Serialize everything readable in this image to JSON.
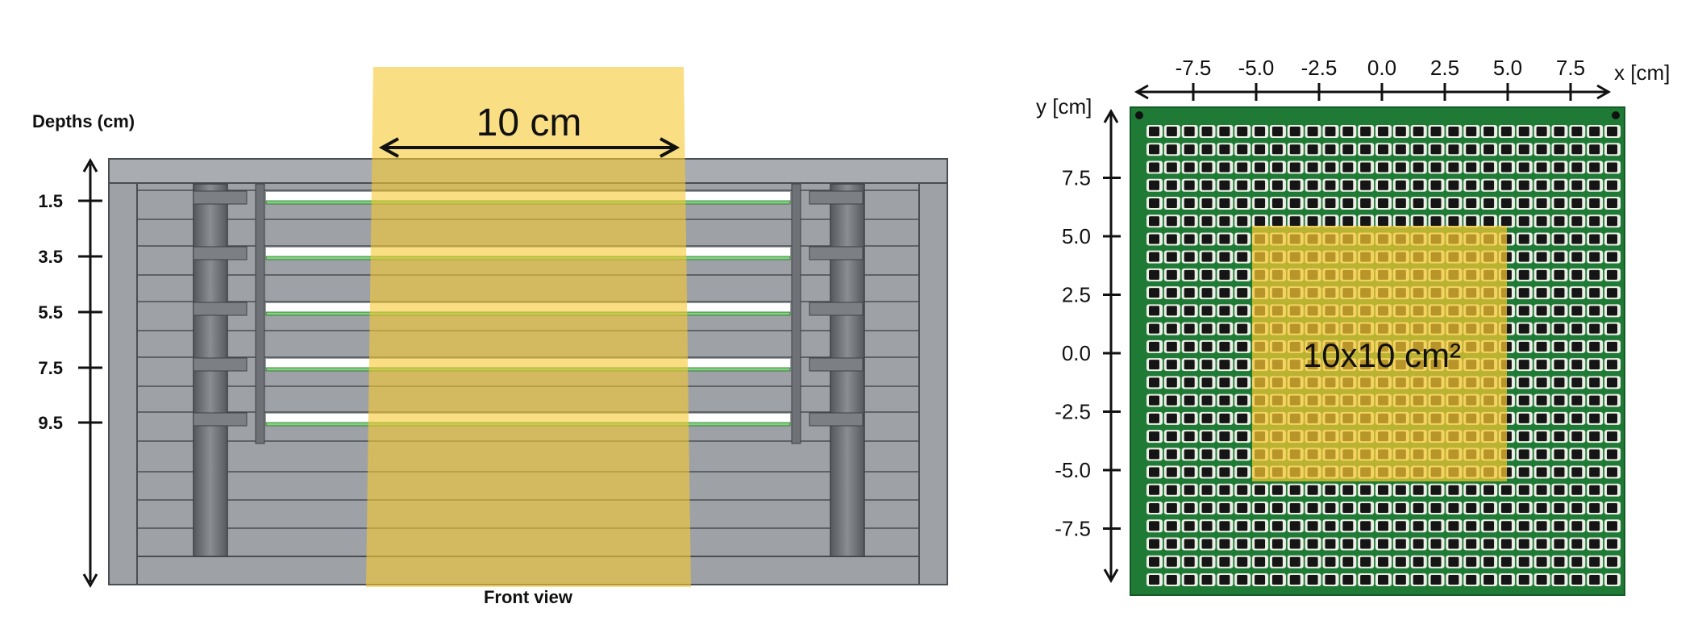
{
  "front_view": {
    "depths_title": "Depths (cm)",
    "depth_ticks": [
      "1.5",
      "3.5",
      "5.5",
      "7.5",
      "9.5"
    ],
    "beam_width_label": "10 cm",
    "caption": "Front view"
  },
  "board_view": {
    "x_axis_title": "x [cm]",
    "y_axis_title": "y [cm]",
    "x_ticks": [
      "-7.5",
      "-5.0",
      "-2.5",
      "0.0",
      "2.5",
      "5.0",
      "7.5"
    ],
    "y_ticks": [
      "7.5",
      "5.0",
      "2.5",
      "0.0",
      "-2.5",
      "-5.0",
      "-7.5"
    ],
    "field_label": "10x10 cm²"
  },
  "colors": {
    "detector_gray": "#9ea2a6",
    "beam_yellow": "#f7c830",
    "board_green": "#1e7a35",
    "strip_green": "#7fd37f"
  }
}
